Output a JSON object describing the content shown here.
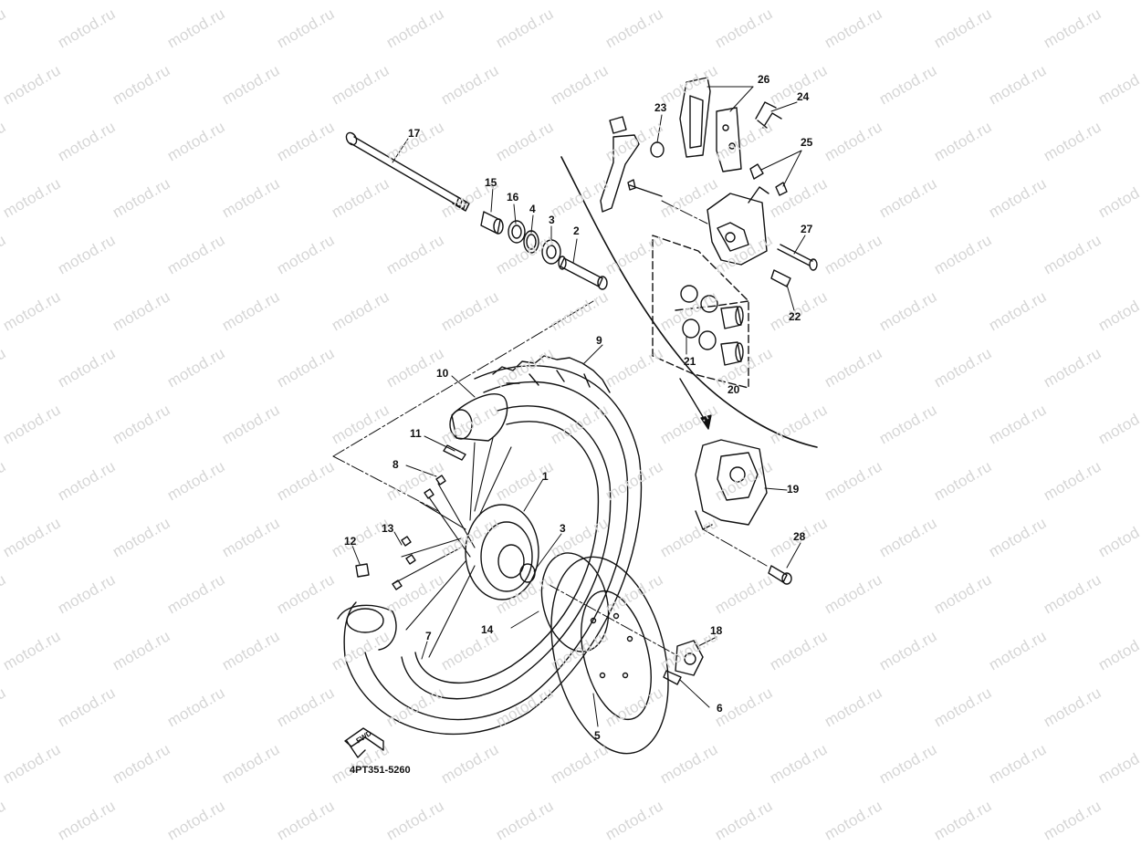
{
  "watermark": "motod.ru",
  "diagram_code": "4PT351-5260",
  "fwd_label": "FWD",
  "callouts": [
    {
      "id": "1",
      "label": "1"
    },
    {
      "id": "2",
      "label": "2"
    },
    {
      "id": "3a",
      "label": "3"
    },
    {
      "id": "3b",
      "label": "3"
    },
    {
      "id": "4",
      "label": "4"
    },
    {
      "id": "5",
      "label": "5"
    },
    {
      "id": "6",
      "label": "6"
    },
    {
      "id": "7",
      "label": "7"
    },
    {
      "id": "8",
      "label": "8"
    },
    {
      "id": "9",
      "label": "9"
    },
    {
      "id": "10",
      "label": "10"
    },
    {
      "id": "11",
      "label": "11"
    },
    {
      "id": "12",
      "label": "12"
    },
    {
      "id": "13",
      "label": "13"
    },
    {
      "id": "14",
      "label": "14"
    },
    {
      "id": "15",
      "label": "15"
    },
    {
      "id": "16",
      "label": "16"
    },
    {
      "id": "17",
      "label": "17"
    },
    {
      "id": "18",
      "label": "18"
    },
    {
      "id": "19",
      "label": "19"
    },
    {
      "id": "20",
      "label": "20"
    },
    {
      "id": "21",
      "label": "21"
    },
    {
      "id": "22",
      "label": "22"
    },
    {
      "id": "23",
      "label": "23"
    },
    {
      "id": "24",
      "label": "24"
    },
    {
      "id": "25",
      "label": "25"
    },
    {
      "id": "26",
      "label": "26"
    },
    {
      "id": "27",
      "label": "27"
    },
    {
      "id": "28",
      "label": "28"
    }
  ]
}
